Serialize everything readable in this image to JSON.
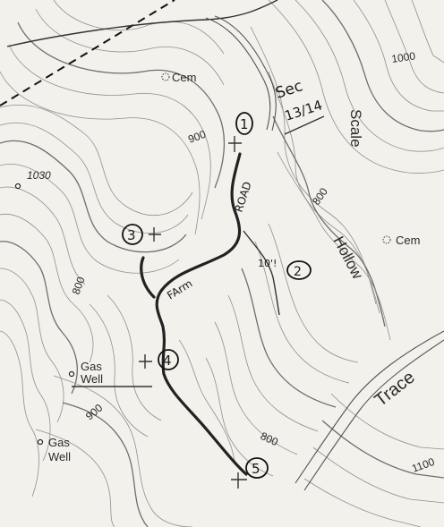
{
  "map": {
    "section_label": "Sec",
    "section_number": "13/14",
    "place_labels": {
      "cem_top": "Cem",
      "cem_right": "Cem",
      "scale": "Scale",
      "hollow": "Hollow",
      "trace": "Trace",
      "gas_well_1_line1": "Gas",
      "gas_well_1_line2": "Well",
      "gas_well_2_line1": "Gas",
      "gas_well_2_line2": "Well"
    },
    "road_labels": {
      "road": "ROAD",
      "farm": "FArm"
    },
    "elevations": {
      "e1030": "1030",
      "e1000": "1000",
      "e900_top": "900",
      "e900_bottom": "900",
      "e800_left": "800",
      "e800_right": "800",
      "e800_bottom": "800",
      "e1100": "1100"
    },
    "sites": [
      {
        "label": "1"
      },
      {
        "label": "2"
      },
      {
        "label": "3"
      },
      {
        "label": "4"
      },
      {
        "label": "5"
      }
    ],
    "annotation": "10'!",
    "colors": {
      "paper": "#f3f1ec",
      "ink": "#111111",
      "contour": "#8f8f8f"
    }
  }
}
